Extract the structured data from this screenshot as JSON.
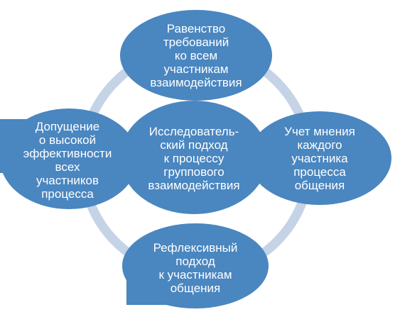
{
  "diagram": {
    "colors": {
      "node_fill": "#4a86c0",
      "ring": "#c5d3e6",
      "text": "#ffffff"
    },
    "center": {
      "text": "Исследователь-\nский подход\nк процессу\nгруппового\nвзаимодействия"
    },
    "top": {
      "text": "Равенство\nтребований\nко всем\nучастникам\nвзаимодействия"
    },
    "right": {
      "text": "Учет мнения\nкаждого\nучастника\nпроцесса\nобщения"
    },
    "bottom": {
      "text": "Рефлексивный\nподход\nк участникам\nобщения"
    },
    "left": {
      "text": "Допущение\nо высокой\nэффективности\nвсех\nучастников\nпроцесса"
    }
  }
}
